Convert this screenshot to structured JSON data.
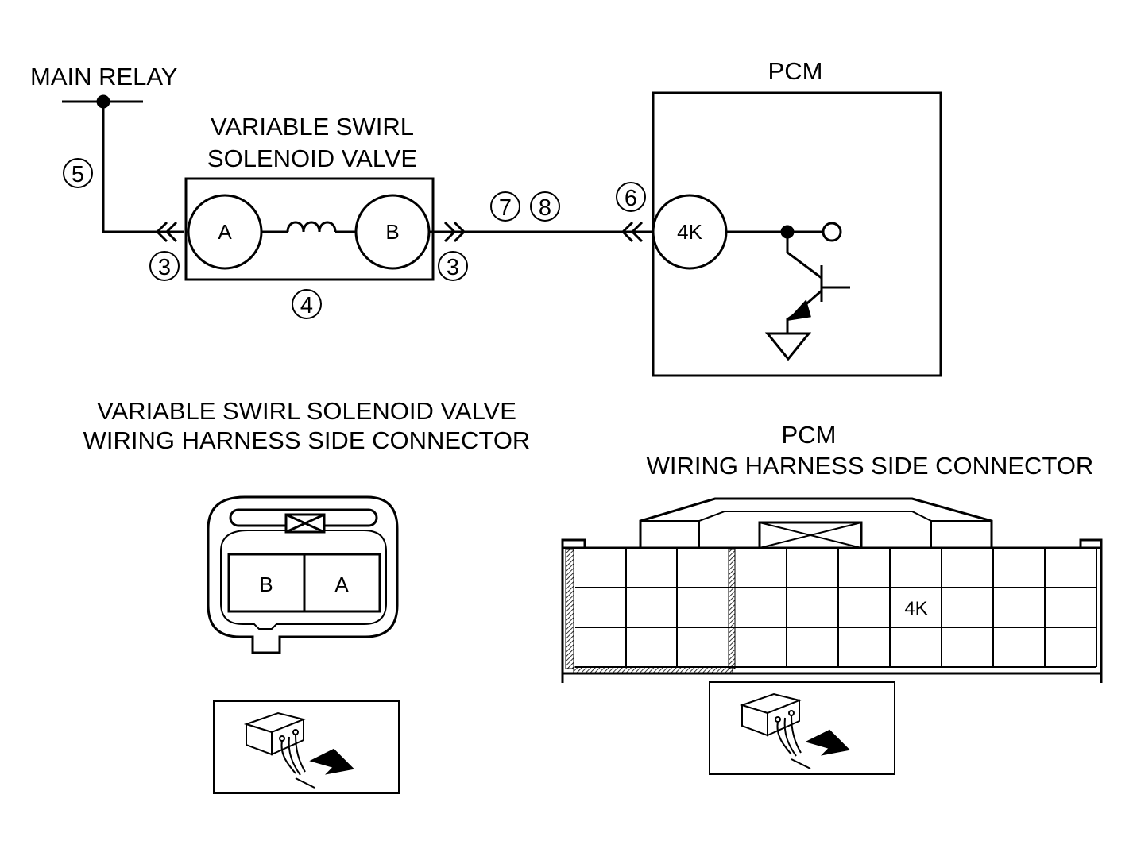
{
  "diagram": {
    "main_relay_label": "MAIN RELAY",
    "solenoid_title_line1": "VARIABLE SWIRL",
    "solenoid_title_line2": "SOLENOID VALVE",
    "pcm_title": "PCM",
    "terminal_a": "A",
    "terminal_b": "B",
    "pcm_terminal": "4K",
    "callouts": {
      "c3": "3",
      "c4": "4",
      "c5": "5",
      "c6": "6",
      "c7": "7",
      "c8": "8"
    }
  },
  "solenoid_connector": {
    "title_line1": "VARIABLE SWIRL SOLENOID VALVE",
    "title_line2": "WIRING HARNESS SIDE CONNECTOR",
    "pin_b": "B",
    "pin_a": "A"
  },
  "pcm_connector": {
    "title_line1": "PCM",
    "title_line2": "WIRING HARNESS SIDE CONNECTOR",
    "pin_4k": "4K"
  }
}
